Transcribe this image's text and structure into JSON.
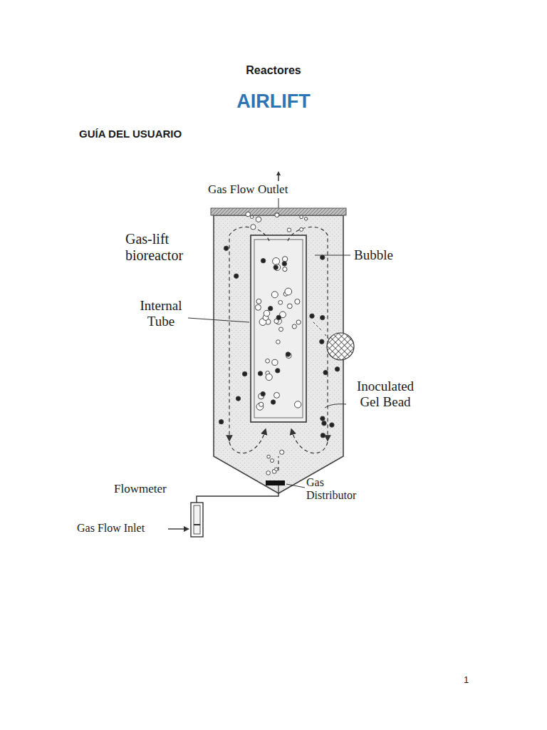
{
  "diagram": {
    "title": "AIRLIFT",
    "labels": [
      "Reactores",
      "GUÍA DEL USUARIO",
      "Gas Flow Outlet",
      "Gas-lift bioreactor",
      "Bubble",
      "Internal Tube",
      "Inoculated Gel Bead",
      "Flowmeter",
      "Gas Distributor",
      "Gas Flow Inlet",
      "1"
    ]
  }
}
